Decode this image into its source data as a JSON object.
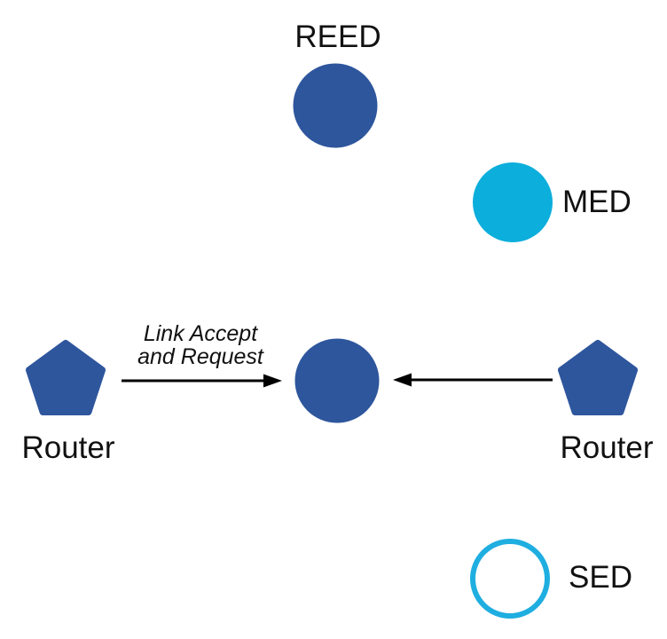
{
  "diagram": {
    "background": "#ffffff",
    "nodes": {
      "reed": {
        "label": "REED",
        "shape": "filled-circle"
      },
      "med": {
        "label": "MED",
        "shape": "filled-circle"
      },
      "center": {
        "shape": "filled-circle"
      },
      "router_left": {
        "label": "Router",
        "shape": "pentagon"
      },
      "router_right": {
        "label": "Router",
        "shape": "pentagon"
      },
      "sed": {
        "label": "SED",
        "shape": "outlined-circle"
      }
    },
    "edges": [
      {
        "from": "router_left",
        "to": "center",
        "label": "Link Accept\nand Request",
        "arrow_direction": "right"
      },
      {
        "from": "router_right",
        "to": "center",
        "arrow_direction": "left"
      }
    ],
    "colors": {
      "node_blue": "#2E569D",
      "node_cyan": "#0CAEDB",
      "sed_outline": "#1FAEE0",
      "arrow": "#000000",
      "text": "#111111"
    }
  }
}
